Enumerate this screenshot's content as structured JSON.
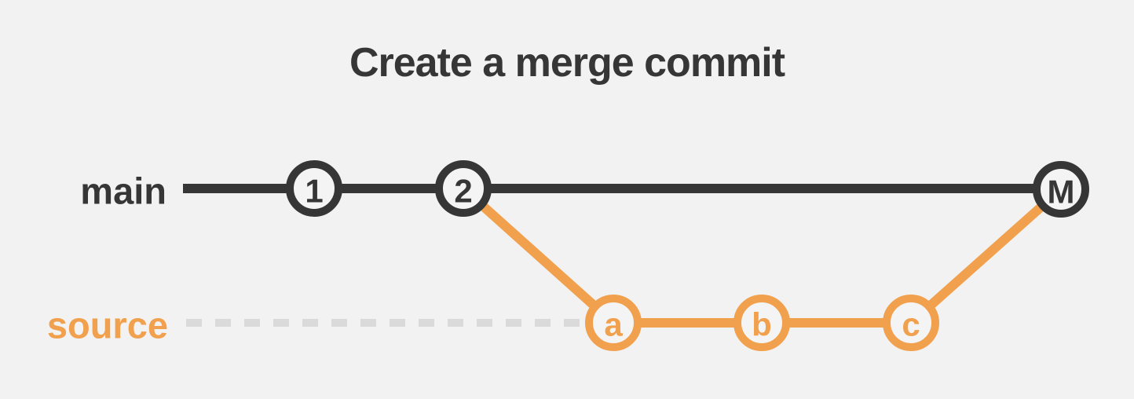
{
  "title": "Create a merge commit",
  "colors": {
    "background": "#F2F2F2",
    "main_branch": "#363636",
    "source_branch": "#F1A04D",
    "dashed_track": "#DADADA",
    "node_fill": "#F4F4F4"
  },
  "branches": {
    "main": {
      "label": "main",
      "commits": {
        "first": "1",
        "second": "2",
        "merge": "M"
      }
    },
    "source": {
      "label": "source",
      "commits": {
        "a": "a",
        "b": "b",
        "c": "c"
      }
    }
  }
}
